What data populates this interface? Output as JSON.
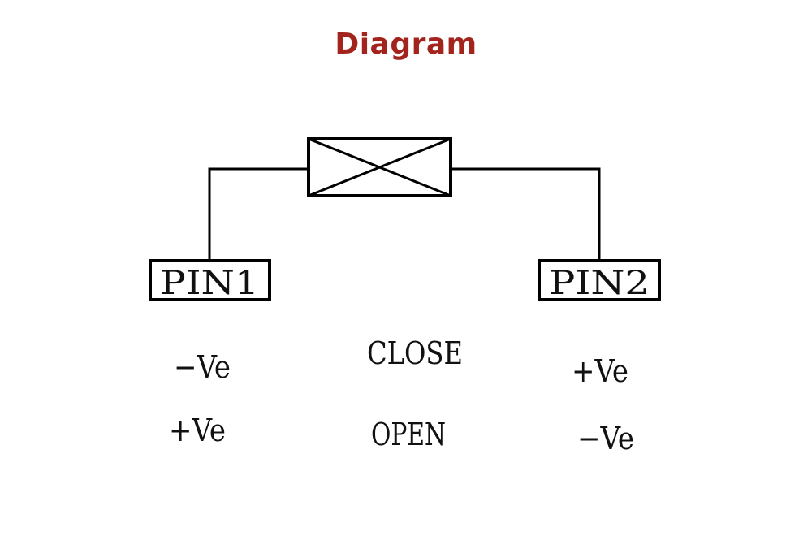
{
  "title": "Diagram",
  "colors": {
    "title": "#a3241c",
    "lines": "#000000",
    "text": "#111111"
  },
  "valve_symbol": "valve-icon",
  "pins": {
    "pin1": "PIN1",
    "pin2": "PIN2"
  },
  "states": {
    "close": "CLOSE",
    "open": "OPEN"
  },
  "polarity": {
    "pin1_close": "−Ve",
    "pin1_open": "+Ve",
    "pin2_close": "+Ve",
    "pin2_open": "−Ve"
  }
}
